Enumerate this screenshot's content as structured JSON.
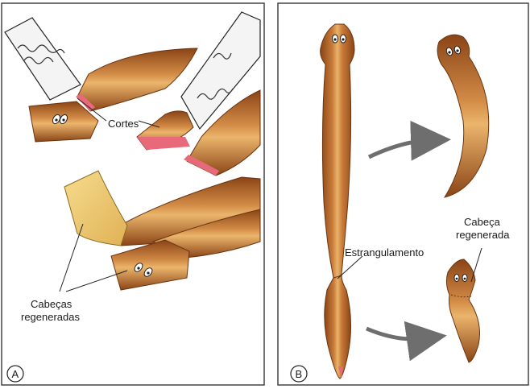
{
  "panel_a": {
    "letter": "A",
    "cuts_label": "Cortes",
    "regenerated_heads_line1": "Cabeças",
    "regenerated_heads_line2": "regeneradas"
  },
  "panel_b": {
    "letter": "B",
    "constriction_label": "Estrangulamento",
    "regenerated_head_line1": "Cabeça",
    "regenerated_head_line2": "regenerada"
  },
  "colors": {
    "body": "#b8652a",
    "body_light": "#e0a257",
    "cut_surface": "#e86a7a",
    "new_tissue": "#f0cf7a",
    "arrow": "#6e6e6e",
    "border": "#444444"
  }
}
